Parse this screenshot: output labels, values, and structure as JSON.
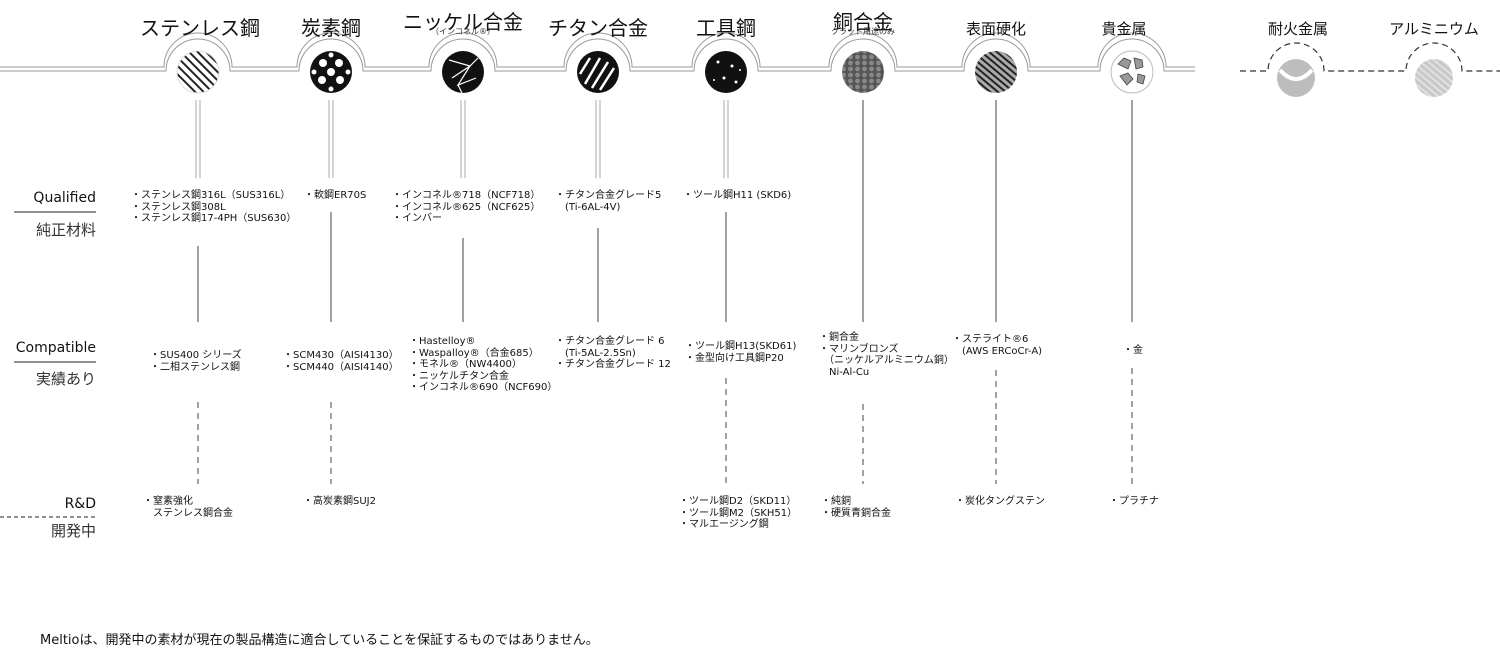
{
  "materials": [
    {
      "id": "stainless",
      "title": "ステンレス鋼",
      "subtitle": "",
      "qualified": "・ステンレス鋼316L（SUS316L）\n・ステンレス鋼308L\n・ステンレス鋼17-4PH（SUS630）",
      "compatible": "・SUS400 シリーズ\n・二相ステンレス鋼",
      "rd": "・窒素強化\n　ステンレス鋼合金"
    },
    {
      "id": "carbon",
      "title": "炭素鋼",
      "subtitle": "",
      "qualified": "・軟鋼ER70S",
      "compatible": "・SCM430（AISI4130）\n・SCM440（AISI4140）",
      "rd": "・高炭素鋼SUJ2"
    },
    {
      "id": "nickel",
      "title": "ニッケル合金",
      "subtitle": "（インコネル®）",
      "qualified": "・インコネル®718（NCF718）\n・インコネル®625（NCF625）\n・インバー",
      "compatible": "・Hastelloy®\n・Waspalloy®（合金685）\n・モネル®（NW4400）\n・ニッケルチタン合金\n・インコネル®690（NCF690）",
      "rd": ""
    },
    {
      "id": "titanium",
      "title": "チタン合金",
      "subtitle": "",
      "qualified": "・チタン合金グレード5\n　(Ti-6AL-4V)",
      "compatible": "・チタン合金グレード 6\n　(Ti-5AL-2.5Sn)\n・チタン合金グレード 12",
      "rd": ""
    },
    {
      "id": "tool",
      "title": "工具鋼",
      "subtitle": "",
      "qualified": "・ツール鋼H11 (SKD6)",
      "compatible": "・ツール鋼H13(SKD61)\n・金型向け工具鋼P20",
      "rd": "・ツール鋼D2（SKD11）\n・ツール鋼M2（SKH51）\n・マルエージング鋼"
    },
    {
      "id": "copper",
      "title": "銅合金",
      "subtitle": "クラッド用途のみ",
      "qualified": "",
      "compatible": "・銅合金\n・マリンブロンズ\n　（ニッケルアルミニウム銅）\n　Ni-Al-Cu",
      "rd": "・純銅\n・硬質青銅合金"
    },
    {
      "id": "hardfacing",
      "title": "表面硬化",
      "subtitle": "",
      "qualified": "",
      "compatible": "・ステライト®6\n　(AWS ERCoCr-A)",
      "rd": "・炭化タングステン"
    },
    {
      "id": "precious",
      "title": "貴金属",
      "subtitle": "",
      "qualified": "",
      "compatible": "・金",
      "rd": "・プラチナ"
    },
    {
      "id": "refractory",
      "title": "耐火金属",
      "subtitle": "",
      "qualified": "",
      "compatible": "",
      "rd": ""
    },
    {
      "id": "aluminium",
      "title": "アルミニウム",
      "subtitle": "",
      "qualified": "",
      "compatible": "",
      "rd": ""
    }
  ],
  "rows": {
    "qualified_en": "Qualified",
    "qualified_jp": "純正材料",
    "compatible_en": "Compatible",
    "compatible_jp": "実績あり",
    "rd_en": "R&D",
    "rd_jp": "開発中"
  },
  "footer": "Meltioは、開発中の素材が現在の製品構造に適合していることを保証するものではありません。",
  "icons": [
    "diagonal-stripes-icon",
    "large-dots-icon",
    "crystal-facets-icon",
    "brush-strokes-icon",
    "scattered-dots-icon",
    "hexagon-mesh-icon",
    "dense-stripes-icon",
    "rock-texture-icon",
    "wave-icon",
    "light-stripes-icon"
  ]
}
